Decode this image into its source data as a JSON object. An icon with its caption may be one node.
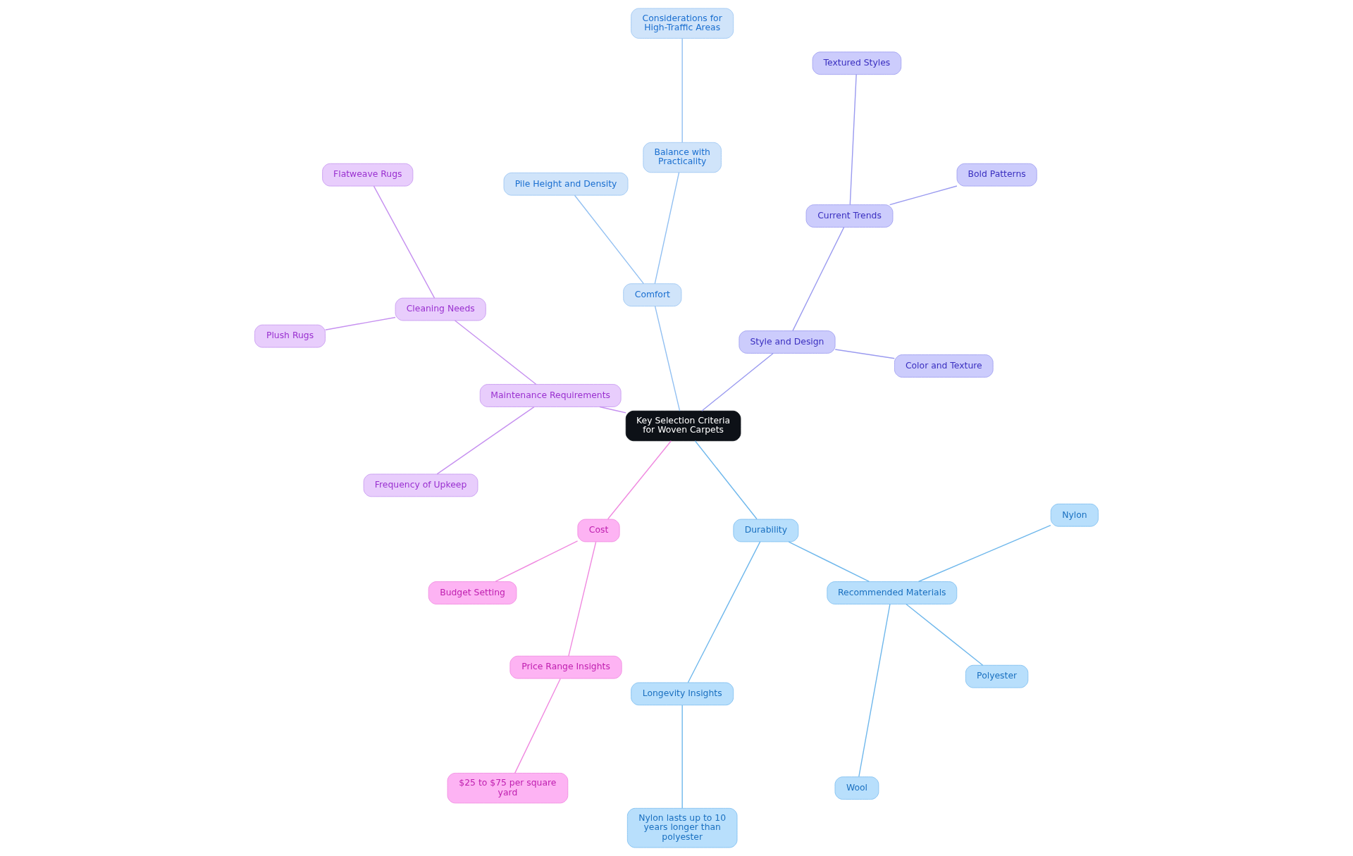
{
  "diagram": {
    "nodes": [
      {
        "text": [
          "Key Selection Criteria for Woven Carpets"
        ]
      },
      {
        "text": [
          "Style and Design"
        ]
      },
      {
        "text": [
          "Color and Texture"
        ]
      },
      {
        "text": [
          "Current Trends"
        ]
      },
      {
        "text": [
          "Bold Patterns"
        ]
      },
      {
        "text": [
          "Textured Styles"
        ]
      },
      {
        "text": [
          "Comfort"
        ]
      },
      {
        "text": [
          "Balance with Practicality"
        ]
      },
      {
        "text": [
          "Considerations for High-Traffic Areas"
        ]
      },
      {
        "text": [
          "Pile Height and Density"
        ]
      },
      {
        "text": [
          "Maintenance Requirements"
        ]
      },
      {
        "text": [
          "Cleaning Needs"
        ]
      },
      {
        "text": [
          "Flatweave Rugs"
        ]
      },
      {
        "text": [
          "Plush Rugs"
        ]
      },
      {
        "text": [
          "Frequency of Upkeep"
        ]
      },
      {
        "text": [
          "Cost"
        ]
      },
      {
        "text": [
          "Budget Setting"
        ]
      },
      {
        "text": [
          "Price Range Insights"
        ]
      },
      {
        "text": [
          "$25 to $75 per square yard"
        ]
      },
      {
        "text": [
          "Durability"
        ]
      },
      {
        "text": [
          "Longevity Insights"
        ]
      },
      {
        "text": [
          "Nylon lasts up to 10 years longer than polyester"
        ]
      },
      {
        "text": [
          "Recommended Materials"
        ]
      },
      {
        "text": [
          "Wool"
        ]
      },
      {
        "text": [
          "Polyester"
        ]
      },
      {
        "text": [
          "Nylon"
        ]
      }
    ],
    "edges": [
      {
        "from": 0,
        "to": 1,
        "arrow": "none",
        "color": "#9b9bf0"
      },
      {
        "from": 1,
        "to": 2,
        "arrow": "none",
        "color": "#9b9bf0"
      },
      {
        "from": 1,
        "to": 3,
        "arrow": "none",
        "color": "#9b9bf0"
      },
      {
        "from": 3,
        "to": 4,
        "arrow": "none",
        "color": "#9b9bf0"
      },
      {
        "from": 3,
        "to": 5,
        "arrow": "none",
        "color": "#9b9bf0"
      },
      {
        "from": 0,
        "to": 6,
        "arrow": "none",
        "color": "#92c0f2"
      },
      {
        "from": 6,
        "to": 7,
        "arrow": "none",
        "color": "#92c0f2"
      },
      {
        "from": 7,
        "to": 8,
        "arrow": "none",
        "color": "#92c0f2"
      },
      {
        "from": 6,
        "to": 9,
        "arrow": "none",
        "color": "#92c0f2"
      },
      {
        "from": 0,
        "to": 10,
        "arrow": "none",
        "color": "#c690f0"
      },
      {
        "from": 10,
        "to": 11,
        "arrow": "none",
        "color": "#c690f0"
      },
      {
        "from": 11,
        "to": 12,
        "arrow": "none",
        "color": "#c690f0"
      },
      {
        "from": 11,
        "to": 13,
        "arrow": "none",
        "color": "#c690f0"
      },
      {
        "from": 10,
        "to": 14,
        "arrow": "none",
        "color": "#c690f0"
      },
      {
        "from": 0,
        "to": 15,
        "arrow": "none",
        "color": "#f08ae0"
      },
      {
        "from": 15,
        "to": 16,
        "arrow": "none",
        "color": "#f08ae0"
      },
      {
        "from": 15,
        "to": 17,
        "arrow": "none",
        "color": "#f08ae0"
      },
      {
        "from": 17,
        "to": 18,
        "arrow": "none",
        "color": "#f08ae0"
      },
      {
        "from": 0,
        "to": 19,
        "arrow": "none",
        "color": "#70b8ec"
      },
      {
        "from": 19,
        "to": 20,
        "arrow": "none",
        "color": "#70b8ec"
      },
      {
        "from": 20,
        "to": 21,
        "arrow": "none",
        "color": "#70b8ec"
      },
      {
        "from": 19,
        "to": 22,
        "arrow": "none",
        "color": "#70b8ec"
      },
      {
        "from": 22,
        "to": 23,
        "arrow": "none",
        "color": "#70b8ec"
      },
      {
        "from": 22,
        "to": 24,
        "arrow": "none",
        "color": "#70b8ec"
      },
      {
        "from": 22,
        "to": 25,
        "arrow": "none",
        "color": "#70b8ec"
      }
    ]
  }
}
